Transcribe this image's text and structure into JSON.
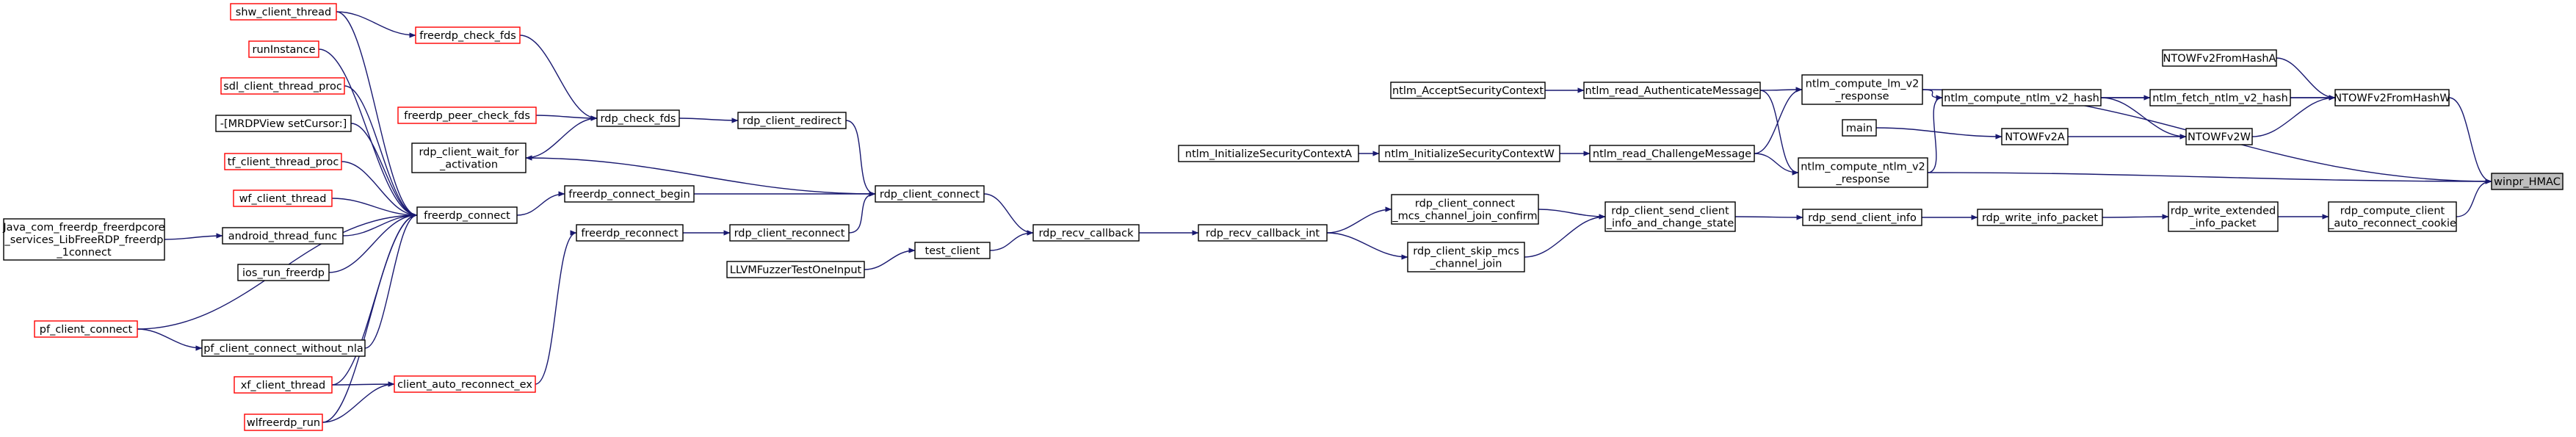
{
  "graph": {
    "nodes": [
      {
        "id": "winpr_HMAC",
        "lines": [
          "winpr_HMAC"
        ],
        "style": "root"
      },
      {
        "id": "NTOWFv2FromHashW",
        "lines": [
          "NTOWFv2FromHashW"
        ],
        "style": "black"
      },
      {
        "id": "rdp_compute_client_auto_reconnect_cookie",
        "lines": [
          "rdp_compute_client",
          "_auto_reconnect_cookie"
        ],
        "style": "black"
      },
      {
        "id": "ntlm_compute_lm_v2_response",
        "lines": [
          "ntlm_compute_lm_v2",
          "_response"
        ],
        "style": "black"
      },
      {
        "id": "ntlm_compute_ntlm_v2_response",
        "lines": [
          "ntlm_compute_ntlm_v2",
          "_response"
        ],
        "style": "black"
      },
      {
        "id": "NTOWFv2FromHashA",
        "lines": [
          "NTOWFv2FromHashA"
        ],
        "style": "black"
      },
      {
        "id": "ntlm_fetch_ntlm_v2_hash",
        "lines": [
          "ntlm_fetch_ntlm_v2_hash"
        ],
        "style": "black"
      },
      {
        "id": "NTOWFv2W",
        "lines": [
          "NTOWFv2W"
        ],
        "style": "black"
      },
      {
        "id": "ntlm_compute_ntlm_v2_hash",
        "lines": [
          "ntlm_compute_ntlm_v2_hash"
        ],
        "style": "black"
      },
      {
        "id": "NTOWFv2A",
        "lines": [
          "NTOWFv2A"
        ],
        "style": "black"
      },
      {
        "id": "main",
        "lines": [
          "main"
        ],
        "style": "black"
      },
      {
        "id": "ntlm_read_AuthenticateMessage",
        "lines": [
          "ntlm_read_AuthenticateMessage"
        ],
        "style": "black"
      },
      {
        "id": "ntlm_read_ChallengeMessage",
        "lines": [
          "ntlm_read_ChallengeMessage"
        ],
        "style": "black"
      },
      {
        "id": "ntlm_AcceptSecurityContext",
        "lines": [
          "ntlm_AcceptSecurityContext"
        ],
        "style": "black"
      },
      {
        "id": "ntlm_InitializeSecurityContextW",
        "lines": [
          "ntlm_InitializeSecurityContextW"
        ],
        "style": "black"
      },
      {
        "id": "ntlm_InitializeSecurityContextA",
        "lines": [
          "ntlm_InitializeSecurityContextA"
        ],
        "style": "black"
      },
      {
        "id": "rdp_write_extended_info_packet",
        "lines": [
          "rdp_write_extended",
          "_info_packet"
        ],
        "style": "black"
      },
      {
        "id": "rdp_write_info_packet",
        "lines": [
          "rdp_write_info_packet"
        ],
        "style": "black"
      },
      {
        "id": "rdp_send_client_info",
        "lines": [
          "rdp_send_client_info"
        ],
        "style": "black"
      },
      {
        "id": "rdp_client_send_client_info_and_change_state",
        "lines": [
          "rdp_client_send_client",
          "_info_and_change_state"
        ],
        "style": "black"
      },
      {
        "id": "rdp_client_connect_mcs_channel_join_confirm",
        "lines": [
          "rdp_client_connect",
          "_mcs_channel_join_confirm"
        ],
        "style": "black"
      },
      {
        "id": "rdp_client_skip_mcs_channel_join",
        "lines": [
          "rdp_client_skip_mcs",
          "_channel_join"
        ],
        "style": "black"
      },
      {
        "id": "rdp_recv_callback_int",
        "lines": [
          "rdp_recv_callback_int"
        ],
        "style": "black"
      },
      {
        "id": "rdp_recv_callback",
        "lines": [
          "rdp_recv_callback"
        ],
        "style": "black"
      },
      {
        "id": "rdp_client_connect",
        "lines": [
          "rdp_client_connect"
        ],
        "style": "black"
      },
      {
        "id": "test_client",
        "lines": [
          "test_client"
        ],
        "style": "black"
      },
      {
        "id": "LLVMFuzzerTestOneInput",
        "lines": [
          "LLVMFuzzerTestOneInput"
        ],
        "style": "black"
      },
      {
        "id": "rdp_client_redirect",
        "lines": [
          "rdp_client_redirect"
        ],
        "style": "black"
      },
      {
        "id": "freerdp_connect_begin",
        "lines": [
          "freerdp_connect_begin"
        ],
        "style": "black"
      },
      {
        "id": "rdp_client_reconnect",
        "lines": [
          "rdp_client_reconnect"
        ],
        "style": "black"
      },
      {
        "id": "rdp_check_fds",
        "lines": [
          "rdp_check_fds"
        ],
        "style": "black"
      },
      {
        "id": "freerdp_check_fds",
        "lines": [
          "freerdp_check_fds"
        ],
        "style": "red"
      },
      {
        "id": "freerdp_peer_check_fds",
        "lines": [
          "freerdp_peer_check_fds"
        ],
        "style": "red"
      },
      {
        "id": "rdp_client_wait_for_activation",
        "lines": [
          "rdp_client_wait_for",
          "_activation"
        ],
        "style": "black"
      },
      {
        "id": "freerdp_connect",
        "lines": [
          "freerdp_connect"
        ],
        "style": "black"
      },
      {
        "id": "freerdp_reconnect",
        "lines": [
          "freerdp_reconnect"
        ],
        "style": "black"
      },
      {
        "id": "client_auto_reconnect_ex",
        "lines": [
          "client_auto_reconnect_ex"
        ],
        "style": "red"
      },
      {
        "id": "shw_client_thread",
        "lines": [
          "shw_client_thread"
        ],
        "style": "red"
      },
      {
        "id": "runInstance",
        "lines": [
          "runInstance"
        ],
        "style": "red"
      },
      {
        "id": "sdl_client_thread_proc",
        "lines": [
          "sdl_client_thread_proc"
        ],
        "style": "red"
      },
      {
        "id": "MRDPView_setCursor",
        "lines": [
          "-[MRDPView setCursor:]"
        ],
        "style": "black"
      },
      {
        "id": "tf_client_thread_proc",
        "lines": [
          "tf_client_thread_proc"
        ],
        "style": "red"
      },
      {
        "id": "wf_client_thread",
        "lines": [
          "wf_client_thread"
        ],
        "style": "red"
      },
      {
        "id": "android_thread_func",
        "lines": [
          "android_thread_func"
        ],
        "style": "black"
      },
      {
        "id": "ios_run_freerdp",
        "lines": [
          "ios_run_freerdp"
        ],
        "style": "black"
      },
      {
        "id": "pf_client_connect_without_nla",
        "lines": [
          "pf_client_connect_without_nla"
        ],
        "style": "black"
      },
      {
        "id": "xf_client_thread",
        "lines": [
          "xf_client_thread"
        ],
        "style": "red"
      },
      {
        "id": "wlfreerdp_run",
        "lines": [
          "wlfreerdp_run"
        ],
        "style": "red"
      },
      {
        "id": "Java_com_freerdp_freerdpcore_services_LibFreeRDP_freerdp_1connect",
        "lines": [
          "Java_com_freerdp_freerdpcore",
          "_services_LibFreeRDP_freerdp",
          "_1connect"
        ],
        "style": "black"
      },
      {
        "id": "pf_client_connect",
        "lines": [
          "pf_client_connect"
        ],
        "style": "red"
      }
    ],
    "edges": [
      {
        "from": "NTOWFv2FromHashW",
        "to": "winpr_HMAC"
      },
      {
        "from": "rdp_compute_client_auto_reconnect_cookie",
        "to": "winpr_HMAC"
      },
      {
        "from": "ntlm_compute_lm_v2_response",
        "to": "winpr_HMAC"
      },
      {
        "from": "ntlm_compute_ntlm_v2_response",
        "to": "winpr_HMAC"
      },
      {
        "from": "NTOWFv2FromHashA",
        "to": "NTOWFv2FromHashW"
      },
      {
        "from": "ntlm_fetch_ntlm_v2_hash",
        "to": "NTOWFv2FromHashW"
      },
      {
        "from": "NTOWFv2W",
        "to": "NTOWFv2FromHashW"
      },
      {
        "from": "ntlm_compute_ntlm_v2_hash",
        "to": "NTOWFv2FromHashW"
      },
      {
        "from": "ntlm_compute_ntlm_v2_hash",
        "to": "ntlm_fetch_ntlm_v2_hash"
      },
      {
        "from": "NTOWFv2A",
        "to": "NTOWFv2W"
      },
      {
        "from": "ntlm_compute_ntlm_v2_hash",
        "to": "NTOWFv2W"
      },
      {
        "from": "main",
        "to": "NTOWFv2A"
      },
      {
        "from": "ntlm_compute_lm_v2_response",
        "to": "ntlm_compute_ntlm_v2_hash"
      },
      {
        "from": "ntlm_compute_ntlm_v2_response",
        "to": "ntlm_compute_ntlm_v2_hash"
      },
      {
        "from": "ntlm_read_AuthenticateMessage",
        "to": "ntlm_compute_lm_v2_response"
      },
      {
        "from": "ntlm_read_AuthenticateMessage",
        "to": "ntlm_compute_ntlm_v2_response"
      },
      {
        "from": "ntlm_read_ChallengeMessage",
        "to": "ntlm_compute_lm_v2_response"
      },
      {
        "from": "ntlm_read_ChallengeMessage",
        "to": "ntlm_compute_ntlm_v2_response"
      },
      {
        "from": "ntlm_AcceptSecurityContext",
        "to": "ntlm_read_AuthenticateMessage"
      },
      {
        "from": "ntlm_InitializeSecurityContextW",
        "to": "ntlm_read_ChallengeMessage"
      },
      {
        "from": "ntlm_InitializeSecurityContextA",
        "to": "ntlm_InitializeSecurityContextW"
      },
      {
        "from": "rdp_write_extended_info_packet",
        "to": "rdp_compute_client_auto_reconnect_cookie"
      },
      {
        "from": "rdp_write_info_packet",
        "to": "rdp_write_extended_info_packet"
      },
      {
        "from": "rdp_send_client_info",
        "to": "rdp_write_info_packet"
      },
      {
        "from": "rdp_client_send_client_info_and_change_state",
        "to": "rdp_send_client_info"
      },
      {
        "from": "rdp_client_connect_mcs_channel_join_confirm",
        "to": "rdp_client_send_client_info_and_change_state"
      },
      {
        "from": "rdp_client_skip_mcs_channel_join",
        "to": "rdp_client_send_client_info_and_change_state"
      },
      {
        "from": "rdp_recv_callback_int",
        "to": "rdp_client_connect_mcs_channel_join_confirm"
      },
      {
        "from": "rdp_recv_callback_int",
        "to": "rdp_client_skip_mcs_channel_join"
      },
      {
        "from": "rdp_recv_callback",
        "to": "rdp_recv_callback_int"
      },
      {
        "from": "rdp_client_connect",
        "to": "rdp_recv_callback"
      },
      {
        "from": "test_client",
        "to": "rdp_recv_callback"
      },
      {
        "from": "LLVMFuzzerTestOneInput",
        "to": "test_client"
      },
      {
        "from": "rdp_client_redirect",
        "to": "rdp_client_connect"
      },
      {
        "from": "freerdp_connect_begin",
        "to": "rdp_client_connect"
      },
      {
        "from": "rdp_client_reconnect",
        "to": "rdp_client_connect"
      },
      {
        "from": "rdp_client_connect",
        "to": "rdp_client_wait_for_activation"
      },
      {
        "from": "rdp_check_fds",
        "to": "rdp_client_redirect"
      },
      {
        "from": "freerdp_check_fds",
        "to": "rdp_check_fds"
      },
      {
        "from": "freerdp_peer_check_fds",
        "to": "rdp_check_fds"
      },
      {
        "from": "rdp_client_wait_for_activation",
        "to": "rdp_check_fds"
      },
      {
        "from": "shw_client_thread",
        "to": "freerdp_check_fds"
      },
      {
        "from": "freerdp_connect",
        "to": "freerdp_connect_begin"
      },
      {
        "from": "freerdp_reconnect",
        "to": "rdp_client_reconnect"
      },
      {
        "from": "client_auto_reconnect_ex",
        "to": "freerdp_reconnect"
      },
      {
        "from": "shw_client_thread",
        "to": "freerdp_connect"
      },
      {
        "from": "runInstance",
        "to": "freerdp_connect"
      },
      {
        "from": "sdl_client_thread_proc",
        "to": "freerdp_connect"
      },
      {
        "from": "MRDPView_setCursor",
        "to": "freerdp_connect"
      },
      {
        "from": "tf_client_thread_proc",
        "to": "freerdp_connect"
      },
      {
        "from": "wf_client_thread",
        "to": "freerdp_connect"
      },
      {
        "from": "android_thread_func",
        "to": "freerdp_connect"
      },
      {
        "from": "ios_run_freerdp",
        "to": "freerdp_connect"
      },
      {
        "from": "pf_client_connect",
        "to": "freerdp_connect"
      },
      {
        "from": "pf_client_connect_without_nla",
        "to": "freerdp_connect"
      },
      {
        "from": "xf_client_thread",
        "to": "freerdp_connect"
      },
      {
        "from": "wlfreerdp_run",
        "to": "freerdp_connect"
      },
      {
        "from": "Java_com_freerdp_freerdpcore_services_LibFreeRDP_freerdp_1connect",
        "to": "android_thread_func"
      },
      {
        "from": "pf_client_connect",
        "to": "pf_client_connect_without_nla"
      },
      {
        "from": "xf_client_thread",
        "to": "client_auto_reconnect_ex"
      },
      {
        "from": "wlfreerdp_run",
        "to": "client_auto_reconnect_ex"
      }
    ]
  }
}
